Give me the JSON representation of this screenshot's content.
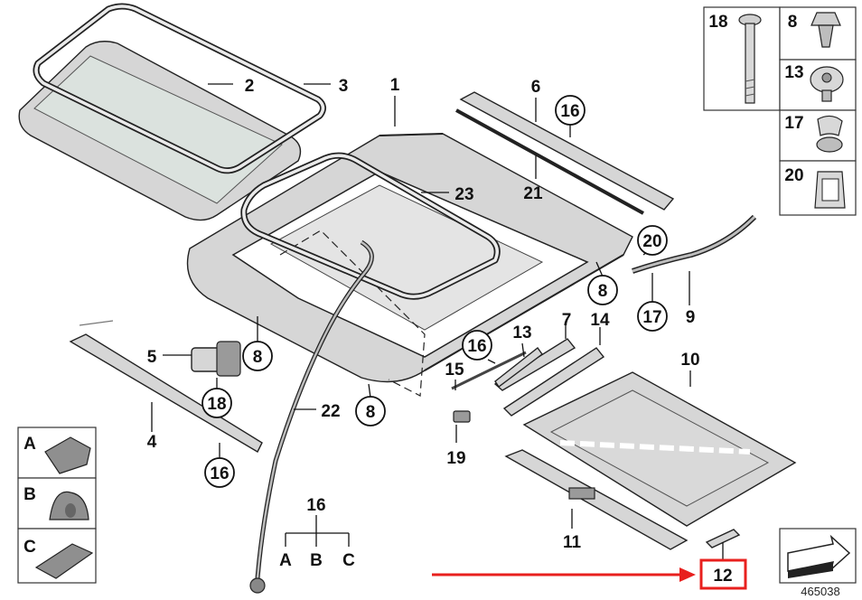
{
  "diagram_id": "465038",
  "labels": {
    "l1": "1",
    "l2": "2",
    "l3": "3",
    "l4": "4",
    "l5": "5",
    "l6": "6",
    "l7": "7",
    "l8": "8",
    "l9": "9",
    "l10": "10",
    "l11": "11",
    "l12": "12",
    "l13": "13",
    "l14": "14",
    "l15": "15",
    "l16": "16",
    "l17": "17",
    "l18": "18",
    "l19": "19",
    "l20": "20",
    "l21": "21",
    "l22": "22",
    "l23": "23"
  },
  "legend": {
    "r18": "18",
    "r8": "8",
    "r13": "13",
    "r17": "17",
    "r20": "20",
    "a": "A",
    "b": "B",
    "c": "C"
  },
  "variant_tree": {
    "root": "16",
    "a": "A",
    "b": "B",
    "c": "C"
  },
  "highlight": {
    "color": "#e8201e",
    "target": "12"
  }
}
